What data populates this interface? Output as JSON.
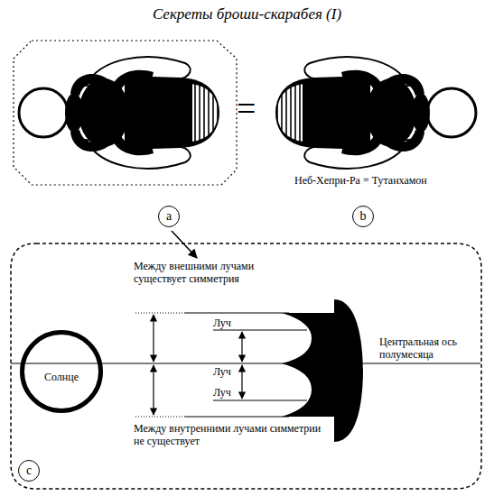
{
  "diagram": {
    "title": "Секреты броши-скарабея (I)",
    "nodes": [
      {
        "text": [
          "a"
        ]
      },
      {
        "text": [
          "b"
        ]
      },
      {
        "text": [
          "Солнце"
        ]
      },
      {
        "text": [
          "c"
        ]
      }
    ],
    "labels": [
      "=",
      "Неб-Хепри-Ра = Тутанхамон",
      "Между внешними лучами существует симметрия",
      "Луч",
      "Луч",
      "Луч",
      "Центральная ось полумесяца",
      "Между внутренними лучами симметрии не существует"
    ]
  }
}
